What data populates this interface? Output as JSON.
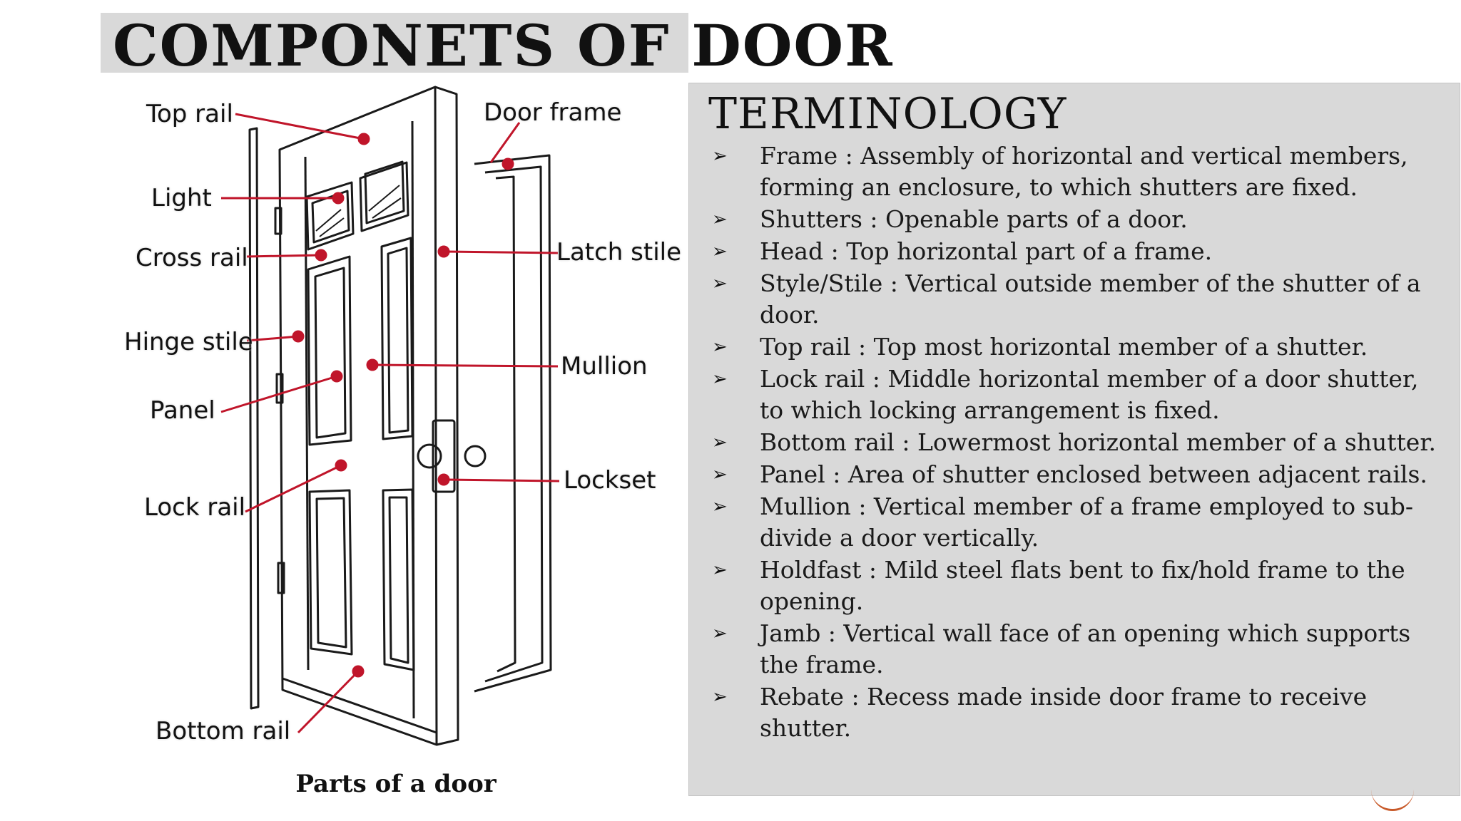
{
  "title": "COMPONETS OF DOOR",
  "figure": {
    "caption": "Parts of a door",
    "callouts": {
      "top_rail": "Top rail",
      "door_frame": "Door frame",
      "light": "Light",
      "cross_rail": "Cross rail",
      "latch_stile": "Latch stile",
      "hinge_stile": "Hinge stile",
      "mullion": "Mullion",
      "panel": "Panel",
      "lockset": "Lockset",
      "lock_rail": "Lock rail",
      "bottom_rail": "Bottom rail"
    },
    "leader_color": "#c0152a"
  },
  "terminology": {
    "heading": "TERMINOLOGY",
    "items": [
      {
        "text": "Frame : Assembly of horizontal and vertical members, forming an enclosure, to which shutters are fixed."
      },
      {
        "text": "Shutters : Openable parts of a door."
      },
      {
        "text": "Head : Top horizontal part of a frame."
      },
      {
        "text": "Style/Stile : Vertical outside member of the shutter of a door."
      },
      {
        "text": "Top rail : Top most horizontal member of a shutter."
      },
      {
        "text": "Lock rail : Middle horizontal member of a door shutter, to which locking arrangement is fixed."
      },
      {
        "text": "Bottom rail : Lowermost horizontal member of a shutter."
      },
      {
        "text": "Panel : Area of shutter enclosed between adjacent rails."
      },
      {
        "text": "Mullion : Vertical member of a frame employed to sub-divide a door vertically."
      },
      {
        "text": "Holdfast : Mild steel flats bent to fix/hold frame to the opening."
      },
      {
        "text": "Jamb : Vertical wall face of an opening which supports the frame."
      },
      {
        "text": "Rebate : Recess made inside door frame to receive shutter."
      }
    ]
  },
  "bullet_glyph": "➢"
}
